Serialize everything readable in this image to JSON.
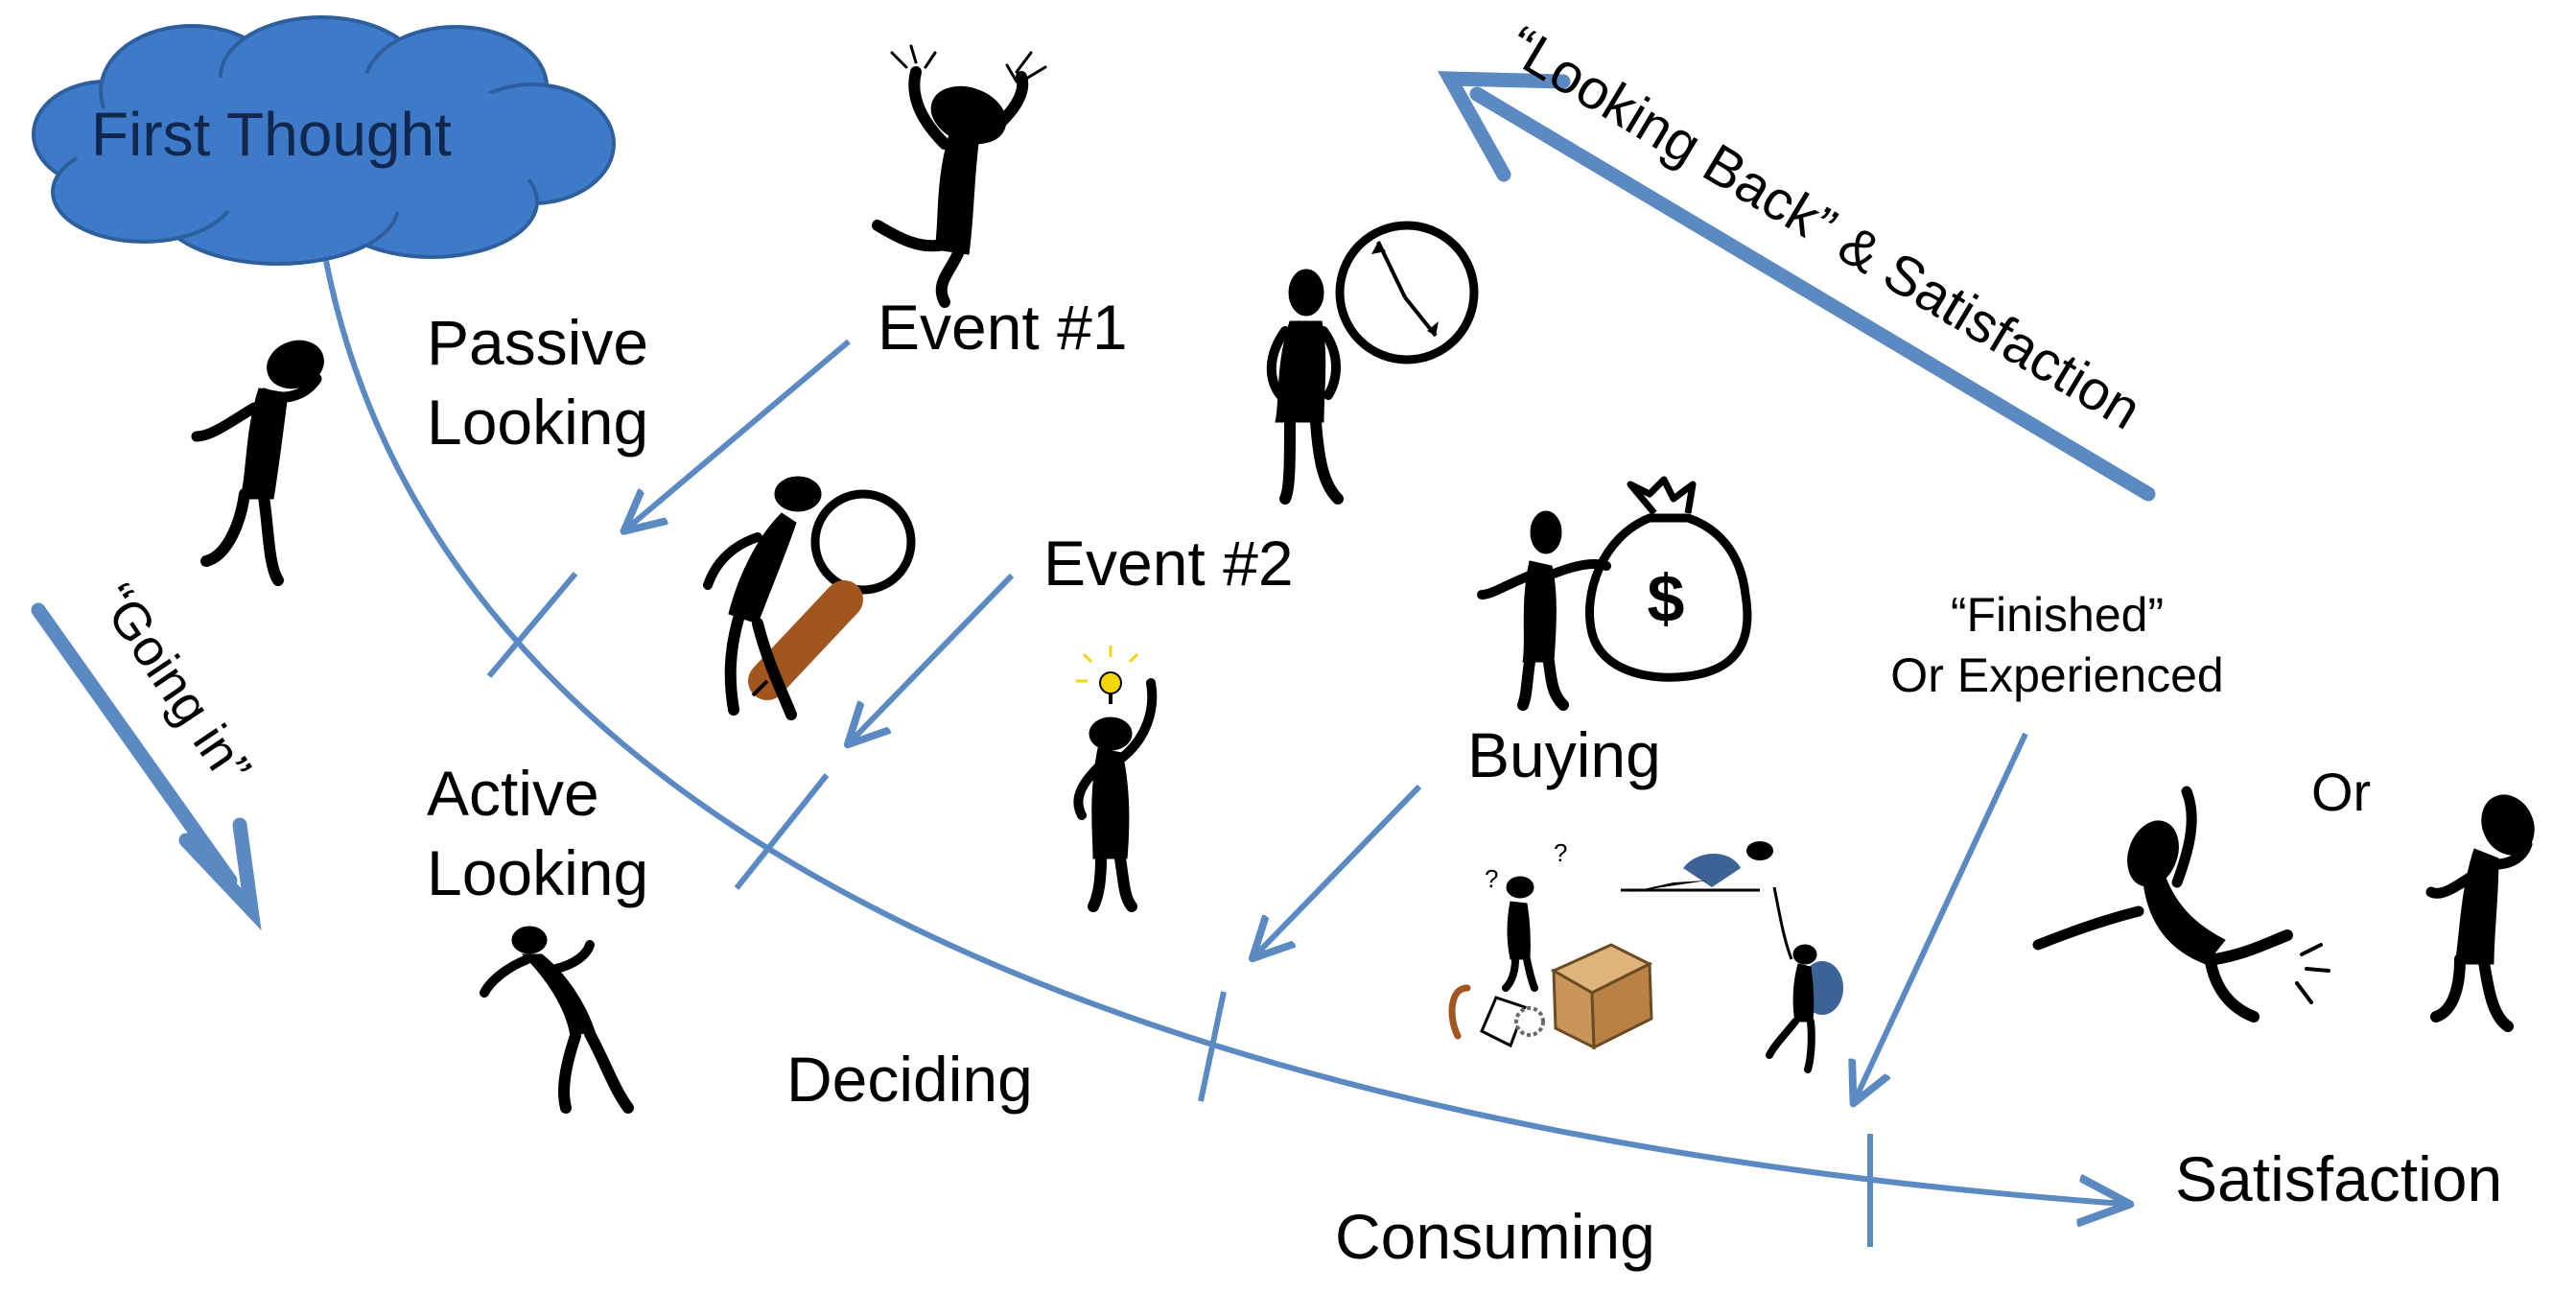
{
  "cloud": {
    "label": "First Thought",
    "color": "#3f7ac8",
    "text_color": "#10284e"
  },
  "arrows": {
    "going_in": "“Going in”",
    "looking_back": "“Looking Back” & Satisfaction"
  },
  "stages": {
    "passive_looking_line1": "Passive",
    "passive_looking_line2": "Looking",
    "active_looking_line1": "Active",
    "active_looking_line2": "Looking",
    "deciding": "Deciding",
    "consuming": "Consuming",
    "satisfaction": "Satisfaction"
  },
  "events": {
    "event1": "Event #1",
    "event2": "Event #2",
    "buying": "Buying"
  },
  "finished": {
    "line1": "“Finished”",
    "line2": "Or Experienced"
  },
  "or_label": "Or",
  "icons": {
    "frustrated_person": "stick-figure-frustrated-icon",
    "pondering_person": "stick-figure-pondering-icon",
    "clock_person": "stick-figure-clock-icon",
    "magnifier_person": "stick-figure-magnifying-glass-icon",
    "idea_person": "stick-figure-lightbulb-icon",
    "money_person": "stick-figure-money-bag-icon",
    "box_person": "stick-figure-box-confused-icon",
    "climbers": "stick-figures-climbing-icon",
    "walking_person": "stick-figure-walking-icon",
    "kicking_person": "stick-figure-kicking-icon",
    "sad_person": "stick-figure-head-in-hand-icon"
  },
  "colors": {
    "arrow_blue": "#5b89c2",
    "figure": "#000000",
    "magnifier_handle": "#a0561e",
    "bulb": "#f2d60a",
    "box": "#c8955a",
    "climber_pack": "#3d6396"
  }
}
